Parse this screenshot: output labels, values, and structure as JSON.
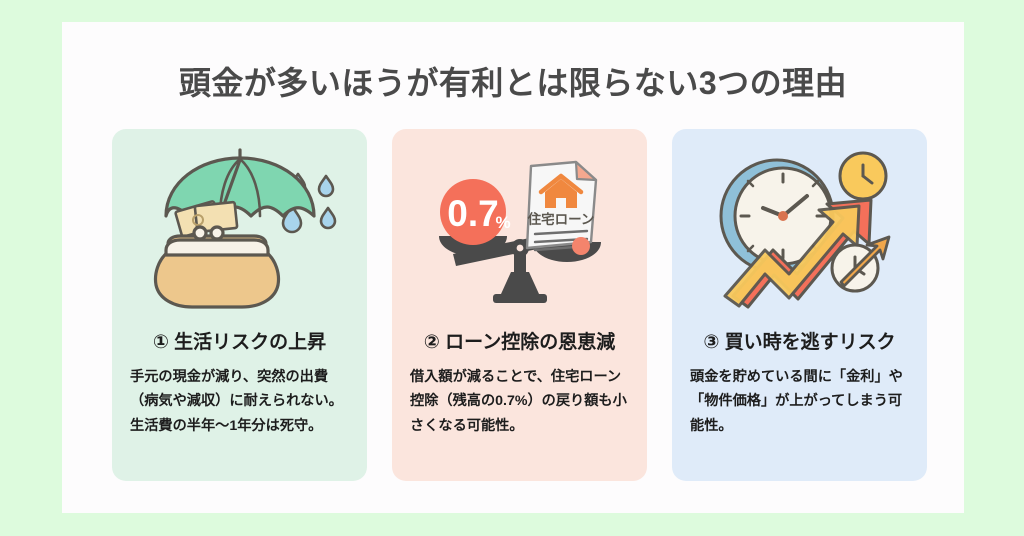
{
  "colors": {
    "outer_frame": "#ddfbdd",
    "panel": "#fdfcfd",
    "title_text": "#4a4a4a",
    "card1_bg": "#dff2e7",
    "card2_bg": "#fbe5dd",
    "card3_bg": "#dfebf9",
    "umbrella_green": "#7fd6b0",
    "purse_tan": "#edc78c",
    "raindrop_blue": "#a8d4ec",
    "coral": "#f4705a",
    "orange": "#f0883f",
    "clock_blue": "#8fc0d8",
    "arrow_yellow": "#f9c95c",
    "ink": "#4d4d4d"
  },
  "header": {
    "title": "頭金が多いほうが有利とは限らない3つの理由"
  },
  "cards": [
    {
      "id": "card-1",
      "title": "① 生活リスクの上昇",
      "body": "手元の現金が減り、突然の出費（病気や減収）に耐えられない。生活費の半年〜1年分は死守。",
      "illustration": "umbrella-purse-rain-icon",
      "bg": "#dff2e7"
    },
    {
      "id": "card-2",
      "title": "② ローン控除の恩恵減",
      "body": "借入額が減ることで、住宅ローン控除（残高の0.7%）の戻り額も小さくなる可能性。",
      "illustration": "balance-scale-icon",
      "bg": "#fbe5dd",
      "illustration_labels": {
        "rate_value": "0.7",
        "rate_unit": "%",
        "document_label": "住宅ローン"
      }
    },
    {
      "id": "card-3",
      "title": "③ 買い時を逃すリスク",
      "body": "頭金を貯めている間に「金利」や「物件価格」が上がってしまう可能性。",
      "illustration": "clock-rising-arrow-icon",
      "bg": "#dfebf9"
    }
  ]
}
